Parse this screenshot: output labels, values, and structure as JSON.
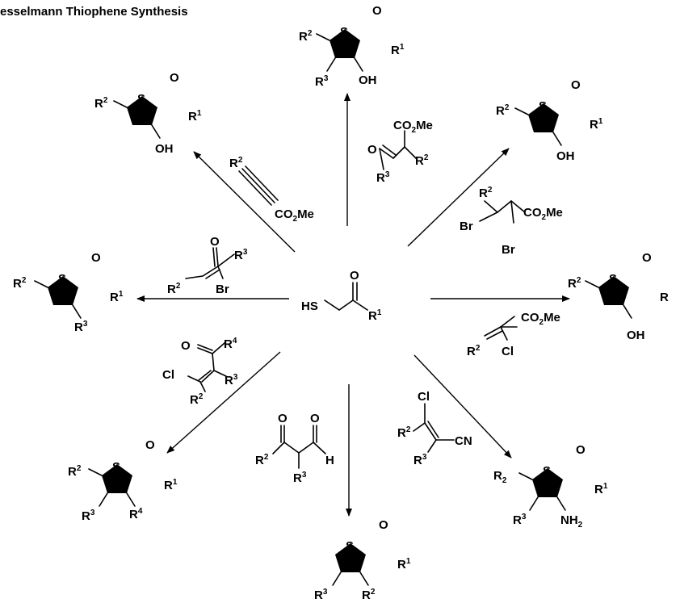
{
  "title": "esselmann Thiophene Synthesis",
  "atoms": {
    "S": "S",
    "O": "O",
    "OH": "OH",
    "HS": "HS",
    "H": "H",
    "Br": "Br",
    "Cl": "Cl",
    "CN": "CN",
    "CO2Me": "CO2Me",
    "NH2": "NH2",
    "R": "R",
    "R1": "R1",
    "R2": "R2",
    "R3": "R3",
    "R4": "R4",
    "R_2": "R2"
  },
  "labels": {
    "R": "R",
    "S": "S",
    "O": "O",
    "OH": "OH",
    "HS": "HS",
    "H": "H",
    "Br": "Br",
    "Cl": "Cl",
    "CN": "CN",
    "CO": "CO",
    "Me": "Me",
    "NH": "NH",
    "sup1": "1",
    "sup2": "2",
    "sup3": "3",
    "sup4": "4",
    "sub2": "2"
  },
  "scheme": {
    "center_reagent": "thioglycolate ketone",
    "arrow_count": 8
  }
}
